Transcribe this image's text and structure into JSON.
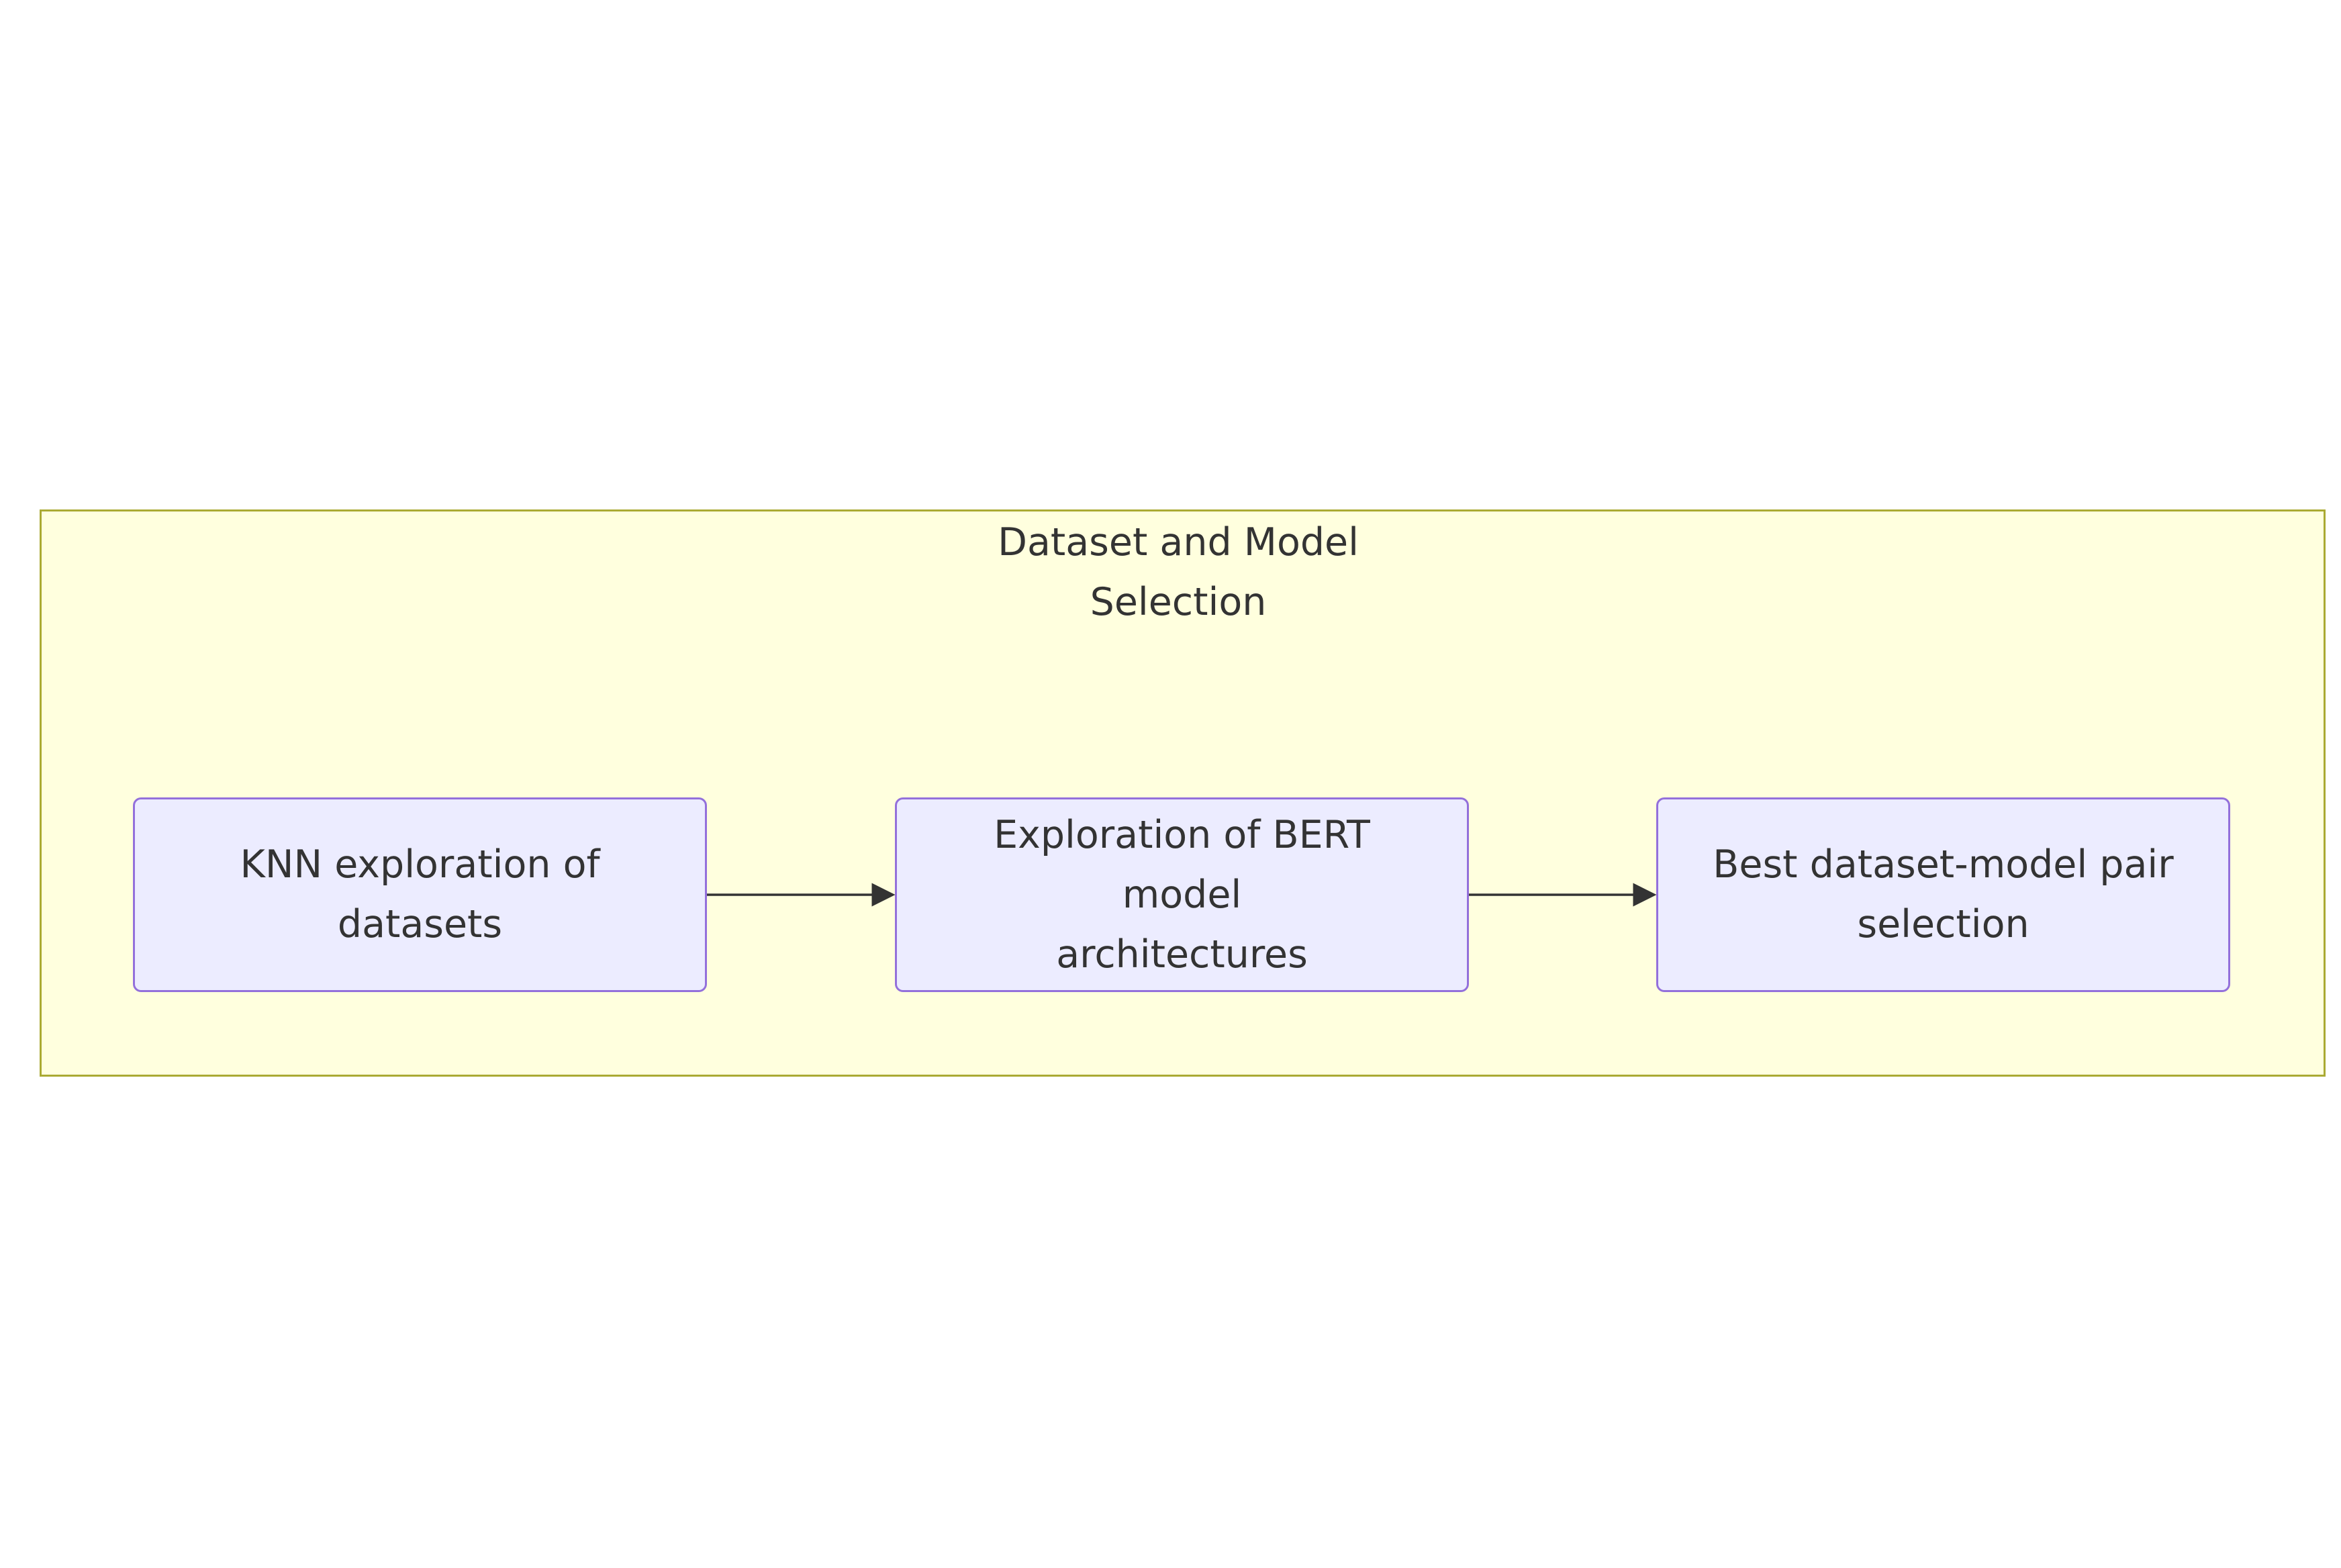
{
  "cluster": {
    "title": "Dataset and Model\nSelection",
    "fill_color": "#ffffde",
    "border_color": "#aaaa33"
  },
  "nodes": [
    {
      "id": "knn",
      "label": "KNN exploration of\ndatasets"
    },
    {
      "id": "bert",
      "label": "Exploration of BERT model\narchitectures"
    },
    {
      "id": "best",
      "label": "Best dataset-model pair\nselection"
    }
  ],
  "edges": [
    {
      "from": "knn",
      "to": "bert"
    },
    {
      "from": "bert",
      "to": "best"
    }
  ],
  "colors": {
    "node_fill": "#ececff",
    "node_border": "#9370db",
    "text": "#333333",
    "edge": "#333333"
  }
}
